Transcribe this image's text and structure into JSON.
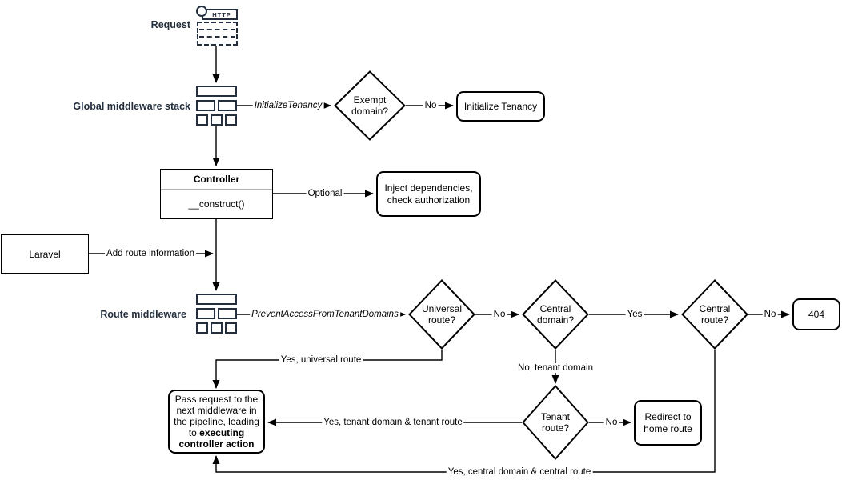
{
  "colors": {
    "accent_dark": "#232F3E",
    "shape_border": "#000000",
    "background": "#FFFFFF",
    "uml_divider": "#B3B3B3"
  },
  "icons": {
    "request": "http-request-icon",
    "request_http_text": "HTTP",
    "global_stack": "middleware-stack-icon",
    "route_stack": "middleware-stack-icon"
  },
  "side_labels": {
    "request": "Request",
    "global_stack": "Global middleware stack",
    "route_middleware": "Route middleware"
  },
  "nodes": {
    "exempt_domain": "Exempt domain?",
    "initialize_tenancy": "Initialize Tenancy",
    "controller_title": "Controller",
    "controller_method": "__construct()",
    "inject_dependencies": "Inject dependencies, check authorization",
    "laravel": "Laravel",
    "universal_route": "Universal route?",
    "central_domain": "Central domain?",
    "central_route": "Central route?",
    "not_found": "404",
    "tenant_route": "Tenant route?",
    "redirect_home": "Redirect to home route",
    "pass_request_normal": "Pass request to the next middleware in the pipeline, leading to ",
    "pass_request_bold": "executing controller action"
  },
  "edge_labels": {
    "initialize_tenancy_middleware": "InitializeTenancy",
    "exempt_no": "No",
    "optional": "Optional",
    "add_route_information": "Add route information",
    "prevent_access_middleware": "PreventAccessFromTenantDomains",
    "universal_no": "No",
    "central_domain_yes": "Yes",
    "central_route_no": "No",
    "universal_yes": "Yes, universal route",
    "no_tenant_domain": "No, tenant domain",
    "tenant_no": "No",
    "yes_tenant": "Yes, tenant domain & tenant route",
    "yes_central": "Yes, central domain & central route"
  }
}
